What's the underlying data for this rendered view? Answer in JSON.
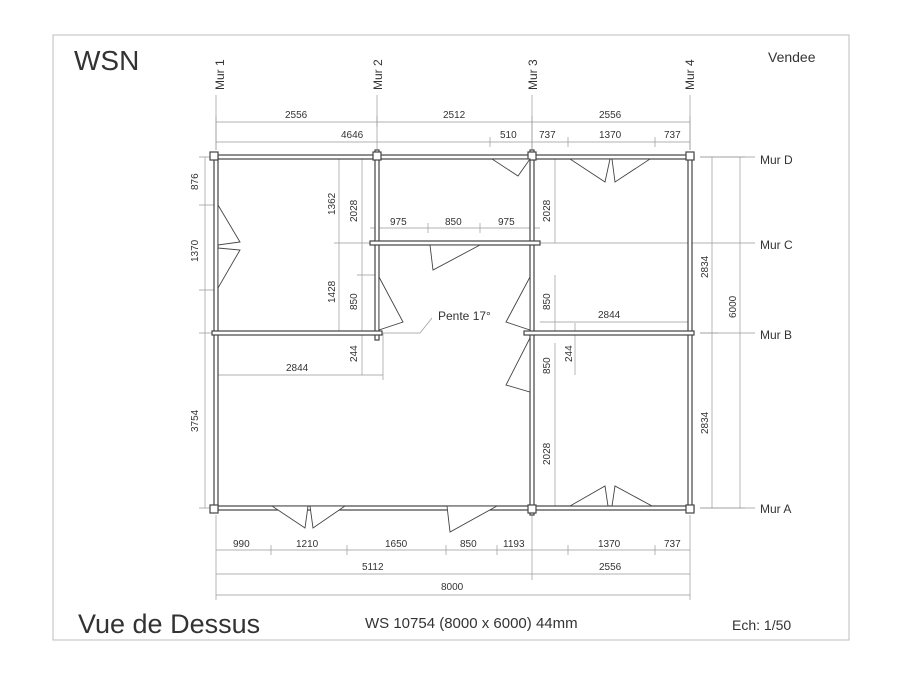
{
  "header": {
    "brand": "WSN",
    "region": "Vendee"
  },
  "footer": {
    "view_title": "Vue de Dessus",
    "model": "WS 10754 (8000 x 6000) 44mm",
    "scale": "Ech: 1/50"
  },
  "axes": {
    "vertical": [
      "Mur 1",
      "Mur 2",
      "Mur 3",
      "Mur 4"
    ],
    "horizontal": [
      "Mur D",
      "Mur C",
      "Mur B",
      "Mur A"
    ]
  },
  "annotation": "Pente 17°",
  "dimensions": {
    "top_row1": [
      "2556",
      "2512",
      "2556"
    ],
    "top_row2": [
      "4646",
      "510",
      "737",
      "1370",
      "737"
    ],
    "inner_c": [
      "975",
      "850",
      "975"
    ],
    "inner_b_right": "2844",
    "inner_b_left": "2844",
    "left_side": [
      "876",
      "1370",
      "3754"
    ],
    "mur2_vertical": [
      "1362",
      "2028",
      "1428",
      "850",
      "244"
    ],
    "mur3_vertical": [
      "2028",
      "850",
      "850",
      "244",
      "2028"
    ],
    "right_inner": [
      "2834",
      "2834"
    ],
    "right_total": "6000",
    "bottom_row1": [
      "990",
      "1210",
      "1650",
      "850",
      "1193",
      "1370",
      "737"
    ],
    "bottom_row2": [
      "5112",
      "2556"
    ],
    "bottom_total": "8000"
  }
}
